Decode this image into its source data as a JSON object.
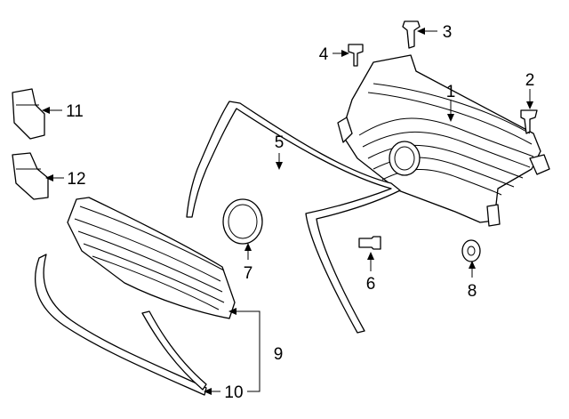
{
  "diagram": {
    "callouts": [
      {
        "id": "callout-1",
        "label": "1"
      },
      {
        "id": "callout-2",
        "label": "2"
      },
      {
        "id": "callout-3",
        "label": "3"
      },
      {
        "id": "callout-4",
        "label": "4"
      },
      {
        "id": "callout-5",
        "label": "5"
      },
      {
        "id": "callout-6",
        "label": "6"
      },
      {
        "id": "callout-7",
        "label": "7"
      },
      {
        "id": "callout-8",
        "label": "8"
      },
      {
        "id": "callout-9",
        "label": "9"
      },
      {
        "id": "callout-10",
        "label": "10"
      },
      {
        "id": "callout-11",
        "label": "11"
      },
      {
        "id": "callout-12",
        "label": "12"
      }
    ]
  }
}
